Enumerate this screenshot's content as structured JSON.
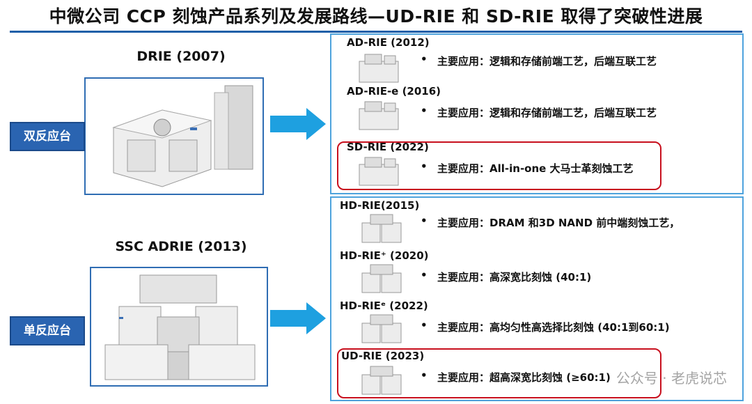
{
  "title": "中微公司 CCP 刻蚀产品系列及发展路线—UD-RIE 和 SD-RIE 取得了突破性进展",
  "left": {
    "top_product": "DRIE (2007)",
    "top_tag": "双反应台",
    "bottom_product": "SSC ADRIE (2013)",
    "bottom_tag": "单反应台"
  },
  "dual_panel": [
    {
      "name": "AD-RIE (2012)",
      "bullet": "•",
      "text": "主要应用：逻辑和存储前端工艺，后端互联工艺",
      "highlight": false
    },
    {
      "name": "AD-RIE-e (2016)",
      "bullet": "•",
      "text": "主要应用：逻辑和存储前端工艺，后端互联工艺",
      "highlight": false
    },
    {
      "name": "SD-RIE (2022)",
      "bullet": "•",
      "text": "主要应用：All-in-one 大马士革刻蚀工艺",
      "highlight": true
    }
  ],
  "single_panel": [
    {
      "name": "HD-RIE(2015)",
      "bullet": "•",
      "text": "主要应用：DRAM 和3D NAND 前中端刻蚀工艺，",
      "highlight": false
    },
    {
      "name": "HD-RIE⁺ (2020)",
      "bullet": "•",
      "text": "主要应用：高深宽比刻蚀 (40:1)",
      "highlight": false
    },
    {
      "name": "HD-RIEᵉ (2022)",
      "bullet": "•",
      "text": "主要应用：高均匀性高选择比刻蚀 (40:1到60:1)",
      "highlight": false
    },
    {
      "name": "UD-RIE (2023)",
      "bullet": "•",
      "text": "主要应用：超高深宽比刻蚀 (≥60:1)",
      "highlight": true
    }
  ],
  "watermark": "公众号 · 老虎说芯",
  "colors": {
    "tag_blue": "#2a64b1",
    "panel_border": "#4ea3dd",
    "arrow": "#1ea0e0",
    "highlight": "#c8101e"
  }
}
